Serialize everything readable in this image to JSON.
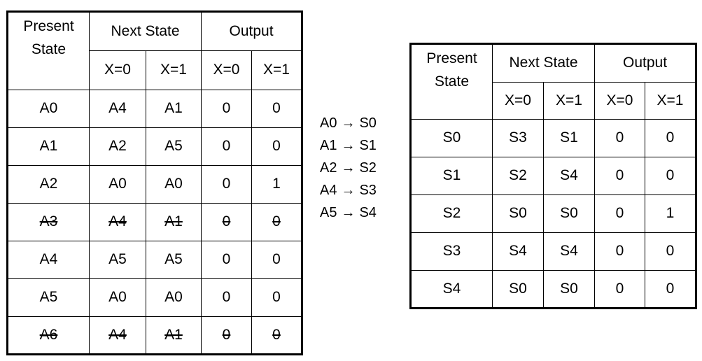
{
  "left_table": {
    "header": {
      "present_state": "Present State",
      "next_state": "Next State",
      "output": "Output",
      "x0": "X=0",
      "x1": "X=1"
    },
    "rows": [
      {
        "state": "A0",
        "next_x0": "A4",
        "next_x1": "A1",
        "out_x0": "0",
        "out_x1": "0",
        "struck": false
      },
      {
        "state": "A1",
        "next_x0": "A2",
        "next_x1": "A5",
        "out_x0": "0",
        "out_x1": "0",
        "struck": false
      },
      {
        "state": "A2",
        "next_x0": "A0",
        "next_x1": "A0",
        "out_x0": "0",
        "out_x1": "1",
        "struck": false
      },
      {
        "state": "A3",
        "next_x0": "A4",
        "next_x1": "A1",
        "out_x0": "0",
        "out_x1": "0",
        "struck": true
      },
      {
        "state": "A4",
        "next_x0": "A5",
        "next_x1": "A5",
        "out_x0": "0",
        "out_x1": "0",
        "struck": false
      },
      {
        "state": "A5",
        "next_x0": "A0",
        "next_x1": "A0",
        "out_x0": "0",
        "out_x1": "0",
        "struck": false
      },
      {
        "state": "A6",
        "next_x0": "A4",
        "next_x1": "A1",
        "out_x0": "0",
        "out_x1": "0",
        "struck": true
      }
    ]
  },
  "mapping": [
    {
      "from": "A0",
      "arrow": "→",
      "to": "S0"
    },
    {
      "from": "A1",
      "arrow": "→",
      "to": "S1"
    },
    {
      "from": "A2",
      "arrow": "→",
      "to": "S2"
    },
    {
      "from": "A4",
      "arrow": "→",
      "to": "S3"
    },
    {
      "from": "A5",
      "arrow": "→",
      "to": "S4"
    }
  ],
  "right_table": {
    "header": {
      "present_state": "Present State",
      "next_state": "Next State",
      "output": "Output",
      "x0": "X=0",
      "x1": "X=1"
    },
    "rows": [
      {
        "state": "S0",
        "next_x0": "S3",
        "next_x1": "S1",
        "out_x0": "0",
        "out_x1": "0",
        "struck": false
      },
      {
        "state": "S1",
        "next_x0": "S2",
        "next_x1": "S4",
        "out_x0": "0",
        "out_x1": "0",
        "struck": false
      },
      {
        "state": "S2",
        "next_x0": "S0",
        "next_x1": "S0",
        "out_x0": "0",
        "out_x1": "1",
        "struck": false
      },
      {
        "state": "S3",
        "next_x0": "S4",
        "next_x1": "S4",
        "out_x0": "0",
        "out_x1": "0",
        "struck": false
      },
      {
        "state": "S4",
        "next_x0": "S0",
        "next_x1": "S0",
        "out_x0": "0",
        "out_x1": "0",
        "struck": false
      }
    ]
  }
}
